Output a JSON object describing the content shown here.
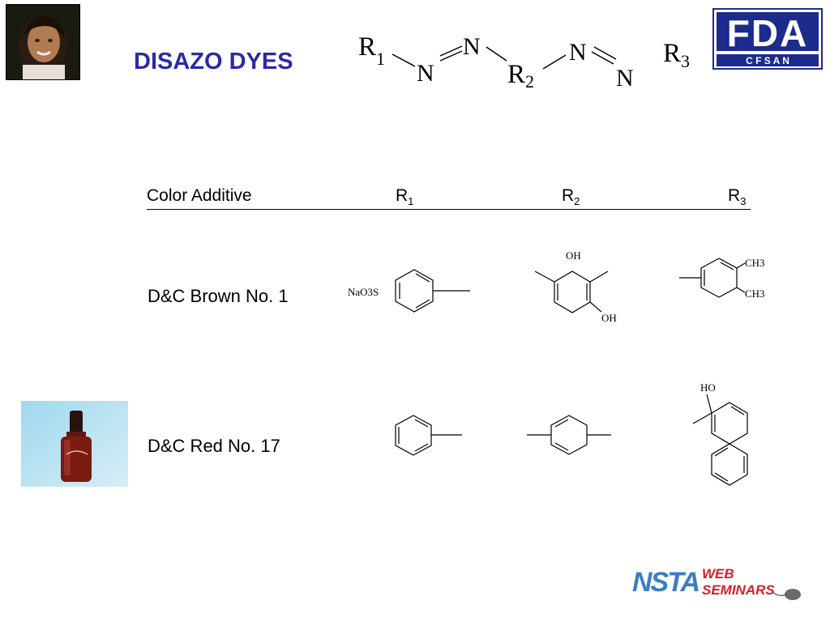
{
  "slide": {
    "title": "DISAZO DYES",
    "structure": {
      "r1": "R",
      "r1_sub": "1",
      "n": "N",
      "r2": "R",
      "r2_sub": "2",
      "r3": "R",
      "r3_sub": "3"
    },
    "fda_logo": {
      "letters": "FDA",
      "subtitle": "C F S A N"
    },
    "table": {
      "headers": {
        "color_additive": "Color Additive",
        "r1": "R",
        "r1_sub": "1",
        "r2": "R",
        "r2_sub": "2",
        "r3": "R",
        "r3_sub": "3"
      },
      "rows": [
        {
          "name": "D&C Brown No. 1",
          "r1_group": "NaO3S",
          "r2_groups": [
            "OH",
            "OH"
          ],
          "r3_groups": [
            "CH3",
            "CH3"
          ]
        },
        {
          "name": "D&C Red No. 17",
          "r3_groups": [
            "HO"
          ]
        }
      ]
    },
    "nsta_logo": {
      "brand": "NSTA",
      "line1": "WEB",
      "line2": "SEMINARS"
    }
  },
  "colors": {
    "title": "#2b2aa6",
    "fda_blue": "#1d2b8c",
    "nsta_blue": "#3a7fc0",
    "nsta_red": "#d3202a"
  }
}
